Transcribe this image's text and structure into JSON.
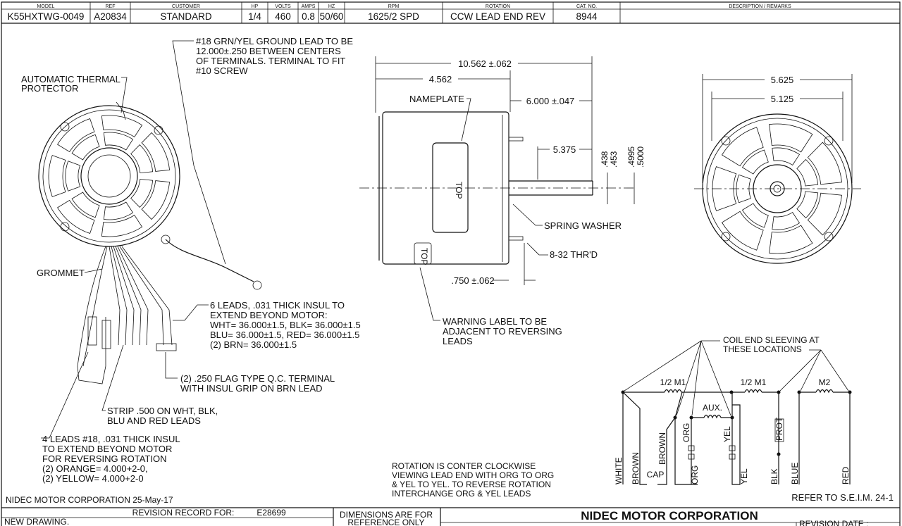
{
  "header": {
    "columns": [
      {
        "label": "MODEL",
        "value": "K55HXTWG-0049"
      },
      {
        "label": "REF",
        "value": "A20834"
      },
      {
        "label": "CUSTOMER",
        "value": "STANDARD"
      },
      {
        "label": "HP",
        "value": "1/4"
      },
      {
        "label": "VOLTS",
        "value": "460"
      },
      {
        "label": "AMPS",
        "value": "0.8"
      },
      {
        "label": "HZ",
        "value": "50/60"
      },
      {
        "label": "RPM",
        "value": "1625/2 SPD"
      },
      {
        "label": "ROTATION",
        "value": "CCW LEAD END REV"
      },
      {
        "label": "CAT. NO.",
        "value": "8944"
      },
      {
        "label": "DESCRIPTION / REMARKS",
        "value": ""
      }
    ]
  },
  "notes": {
    "ground_lead": [
      "#18 GRN/YEL GROUND LEAD TO BE",
      "12.000±.250 BETWEEN CENTERS",
      "OF TERMINALS. TERMINAL TO FIT",
      "#10 SCREW"
    ],
    "thermal_protector": [
      "AUTOMATIC THERMAL",
      "PROTECTOR"
    ],
    "grommet": "GROMMET",
    "six_leads": [
      "6 LEADS, .031 THICK INSUL TO",
      "EXTEND BEYOND MOTOR:",
      "WHT= 36.000±1.5, BLK= 36.000±1.5",
      "BLU= 36.000±1.5, RED= 36.000±1.5",
      "(2) BRN= 36.000±1.5"
    ],
    "flag_terminal": [
      "(2) .250 FLAG TYPE Q.C. TERMINAL",
      "WITH INSUL GRIP ON BRN LEAD"
    ],
    "strip": [
      "STRIP .500 ON WHT, BLK,",
      "BLU AND RED LEADS"
    ],
    "four_leads": [
      "4 LEADS #18, .031 THICK INSUL",
      "TO EXTEND BEYOND MOTOR",
      "FOR REVERSING ROTATION",
      "(2) ORANGE= 4.000+2-0,",
      "(2) YELLOW= 4.000+2-0"
    ],
    "warning_label": [
      "WARNING LABEL TO BE",
      "ADJACENT TO REVERSING",
      "LEADS"
    ],
    "rotation": [
      "ROTATION IS CONTER CLOCKWISE",
      "VIEWING LEAD END WITH ORG TO ORG",
      "& YEL TO YEL. TO REVERSE ROTATION",
      "INTERCHANGE ORG & YEL LEADS"
    ],
    "nameplate": "NAMEPLATE",
    "top": "TOP",
    "spring_washer": "SPRING WASHER",
    "thread": "8-32 THR'D"
  },
  "dimensions": {
    "overall_length": "10.562 ±.062",
    "body_length": "4.562",
    "shaft_extension": "6.000 ±.047",
    "flat_length": "5.375",
    "flat_dia": [
      ".438",
      ".453"
    ],
    "shaft_dia": [
      ".4995",
      ".5000"
    ],
    "stud_offset": ".750 ±.062",
    "outer_dia": "5.625",
    "bolt_circle": "5.125"
  },
  "wiring": {
    "sleeving": [
      "COIL END SLEEVING AT",
      "THESE  LOCATIONS"
    ],
    "coils": [
      "1/2 M1",
      "1/2 M1",
      "AUX.",
      "M2"
    ],
    "prot": "PROT",
    "cap": "CAP",
    "leads": {
      "white": "WHITE",
      "brown1": "BROWN",
      "brown2": "BROWN",
      "org1": "ORG",
      "org2": "ORG",
      "yel1": "YEL",
      "yel2": "YEL",
      "blk": "BLK",
      "blue": "BLUE",
      "red": "RED"
    }
  },
  "footer": {
    "company_date": "NIDEC MOTOR CORPORATION 25-May-17",
    "refer": "REFER TO S.E.I.M. 24-1",
    "revision_record_label": "REVISION RECORD FOR:",
    "revision_record_id": "E28699",
    "revision_note": "NEW DRAWING.",
    "dimensions_note": [
      "DIMENSIONS ARE FOR",
      "REFERENCE ONLY"
    ],
    "company": "NIDEC MOTOR CORPORATION",
    "revision_date_label": "REVISION DATE :"
  }
}
